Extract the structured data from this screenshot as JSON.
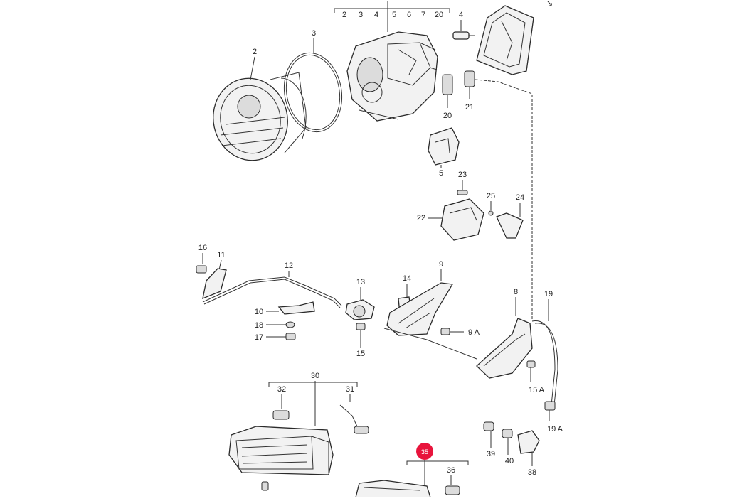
{
  "top_group": [
    "2",
    "3",
    "4",
    "5",
    "6",
    "7",
    "20"
  ],
  "callouts": {
    "c2": "2",
    "c3": "3",
    "c4": "4",
    "c5": "5",
    "c20": "20",
    "c21": "21",
    "c23": "23",
    "c22": "22",
    "c25": "25",
    "c24": "24",
    "c16": "16",
    "c11": "11",
    "c12": "12",
    "c10": "10",
    "c18": "18",
    "c17": "17",
    "c13": "13",
    "c14": "14",
    "c9": "9",
    "c9a": "9 A",
    "c15": "15",
    "c8": "8",
    "c19": "19",
    "c15a": "15 A",
    "c19a": "19 A",
    "c30": "30",
    "c32": "32",
    "c31": "31",
    "c35": "35",
    "c36": "36",
    "c39": "39",
    "c40": "40",
    "c38": "38"
  },
  "colors": {
    "highlight": "#e8143c",
    "line": "#333333"
  }
}
